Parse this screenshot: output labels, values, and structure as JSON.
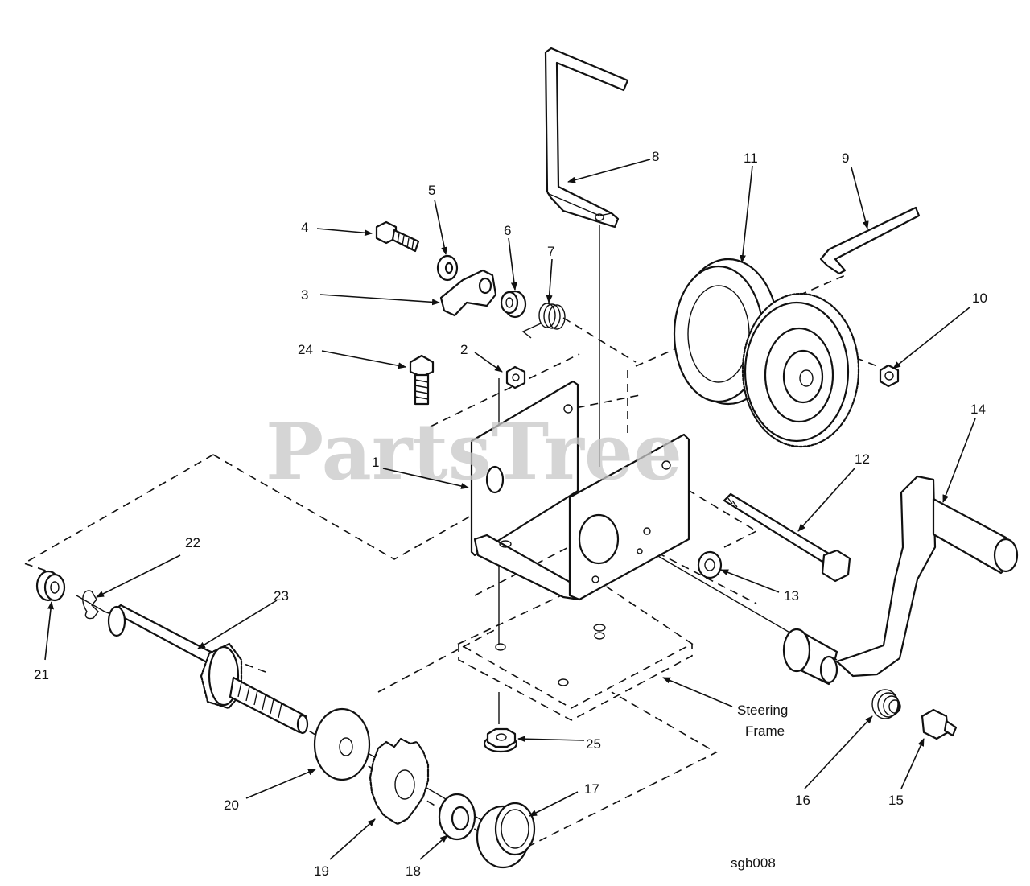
{
  "watermark": "PartsTree",
  "drawing_id": "sgb008",
  "steering_frame_label": [
    "Steering",
    "Frame"
  ],
  "callouts": {
    "c1": "1",
    "c2": "2",
    "c3": "3",
    "c4": "4",
    "c5": "5",
    "c6": "6",
    "c7": "7",
    "c8": "8",
    "c9": "9",
    "c10": "10",
    "c11": "11",
    "c12": "12",
    "c13": "13",
    "c14": "14",
    "c15": "15",
    "c16": "16",
    "c17": "17",
    "c18": "18",
    "c19": "19",
    "c20": "20",
    "c21": "21",
    "c22": "22",
    "c23": "23",
    "c24": "24",
    "c25": "25"
  }
}
